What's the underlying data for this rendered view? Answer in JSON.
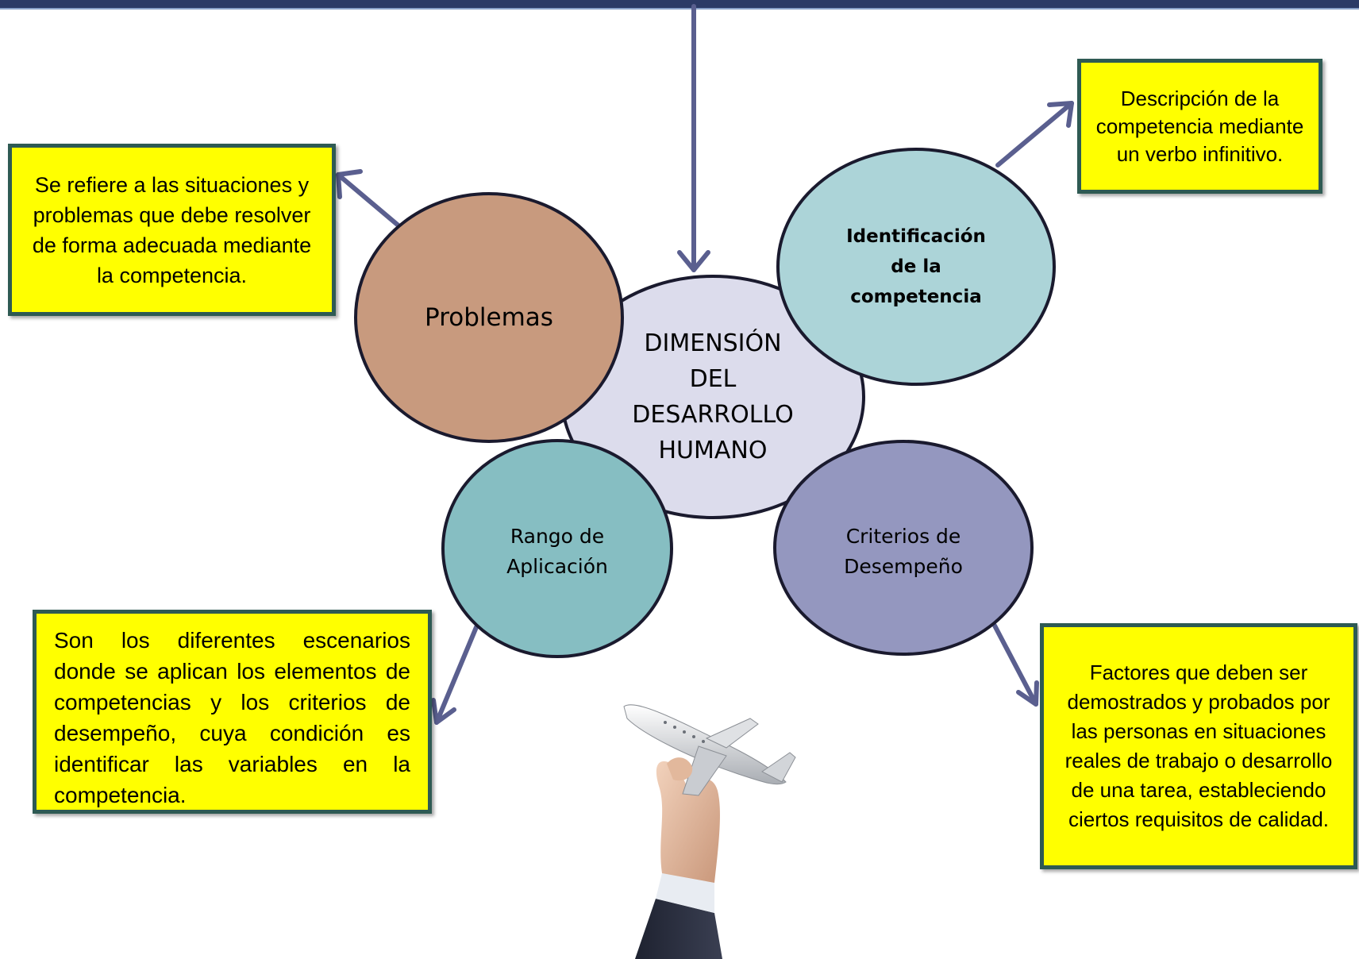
{
  "colors": {
    "topbar": "#2c3a66",
    "arrow": "#5a5f8f",
    "box_fill": "#ffff00",
    "box_border": "#2e5a53",
    "circle_outline": "#1a1a2e",
    "center_fill": "#dcdcec",
    "problemas_fill": "#c89a7e",
    "identificacion_fill": "#acd4d8",
    "rango_fill": "#86bec2",
    "criterios_fill": "#9497bf"
  },
  "center": {
    "label": "DIMENSIÓN DEL DESARROLLO HUMANO"
  },
  "nodes": {
    "problemas": {
      "label": "Problemas"
    },
    "identificacion": {
      "label": "Identificación de la competencia"
    },
    "rango": {
      "label": "Rango de Aplicación"
    },
    "criterios": {
      "label": "Criterios de Desempeño"
    }
  },
  "boxes": {
    "problemas_desc": "Se refiere a las situaciones y problemas que debe resolver de forma adecuada mediante la competencia.",
    "identificacion_desc": "Descripción de la competencia mediante un verbo infinitivo.",
    "rango_desc": "Son los diferentes escenarios donde se aplican los elementos de competencias y los criterios de desempeño, cuya condición es identificar las variables en la competencia.",
    "criterios_desc": "Factores que deben ser demostrados y probados por las personas en situaciones reales de trabajo o desarrollo de una tarea, estableciendo ciertos requisitos de calidad."
  },
  "image": {
    "icon": "hand-holding-airplane-icon"
  }
}
